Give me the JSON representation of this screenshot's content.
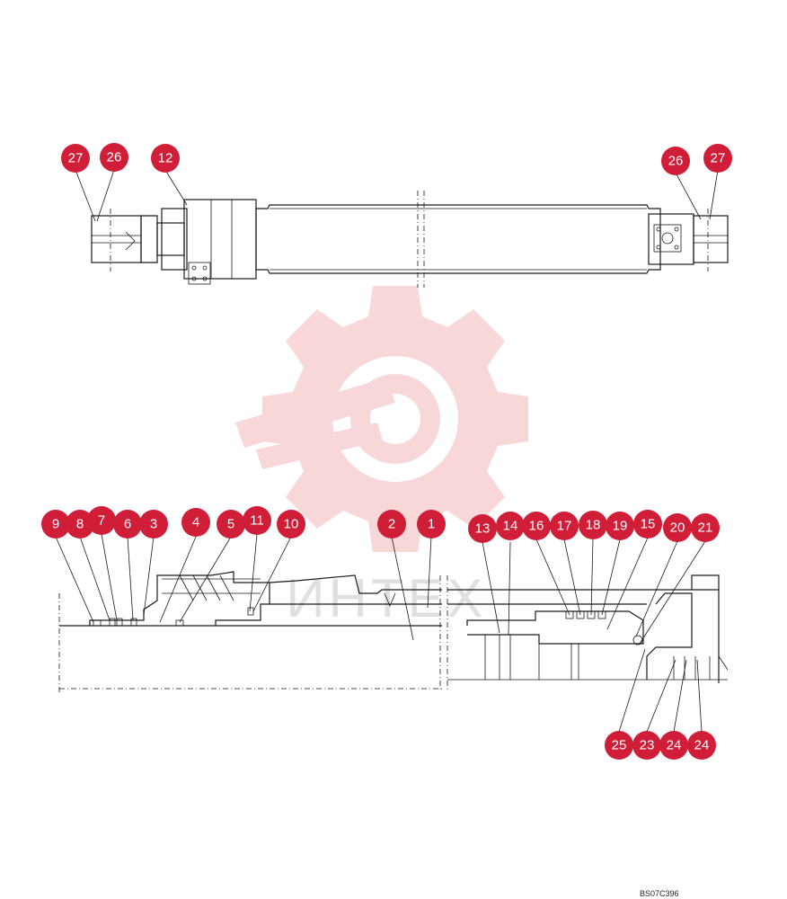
{
  "callouts": {
    "top_left_27": "27",
    "top_left_26": "26",
    "top_12": "12",
    "top_right_26": "26",
    "top_right_27": "27",
    "c9": "9",
    "c8": "8",
    "c7": "7",
    "c6": "6",
    "c3": "3",
    "c4": "4",
    "c5": "5",
    "c11": "11",
    "c10": "10",
    "c2": "2",
    "c1": "1",
    "c13": "13",
    "c14": "14",
    "c16": "16",
    "c17": "17",
    "c18": "18",
    "c19": "19",
    "c15": "15",
    "c20": "20",
    "c21": "21",
    "c25": "25",
    "c23": "23",
    "c24a": "24",
    "c24b": "24"
  },
  "watermark_text": "ИНТЕХ",
  "drawing_code": "BS07C396",
  "colors": {
    "callout": "#d01e38",
    "watermark": "#f4c4c6",
    "line": "#1a1a1a"
  }
}
